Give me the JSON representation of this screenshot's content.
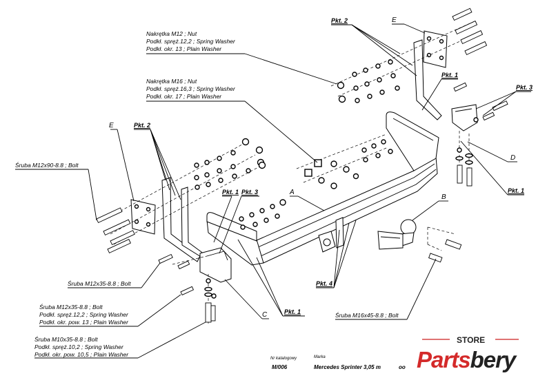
{
  "labels": {
    "nut_m12": [
      "Nakrętka  M12 ; Nut",
      "Podkł. spręż.12,2 ; Spring Washer",
      "Podkł. okr. 13 ; Plain Washer"
    ],
    "nut_m16": [
      "Nakrętka  M16 ; Nut",
      "Podkł. spręż.16,3 ; Spring Washer",
      "Podkł. okr. 17 ; Plain Washer"
    ],
    "bolt_m12x90": "Śruba M12x90-8.8 ;  Bolt",
    "bolt_m12x35_a": "Śruba M12x35-8.8 ;  Bolt",
    "bolt_m12x35_b": [
      "Śruba M12x35-8.8 ;  Bolt",
      "Podkł. spręż.12,2 ; Spring Washer",
      "Podkł. okr. pow. 13 ; Plain Washer"
    ],
    "bolt_m10x35": [
      "Śruba M10x35-8.8 ;  Bolt",
      "Podkł. spręż.10,2 ; Spring Washer",
      "Podkł. okr. pow. 10,5 ; Plain Washer"
    ],
    "bolt_m16x45": "Śruba M16x45-8.8 ;  Bolt"
  },
  "pkt": {
    "pkt1": "Pkt. 1",
    "pkt2": "Pkt. 2",
    "pkt3": "Pkt. 3",
    "pkt4": "Pkt. 4"
  },
  "part_letters": {
    "a": "A",
    "b": "B",
    "c": "C",
    "d": "D",
    "e": "E"
  },
  "title_block": {
    "catalog_caption": "Nr katalogowy",
    "catalog_number": "M/006",
    "brand_caption": "Marka",
    "model": "Mercedes Sprinter 3,05 m",
    "trailing": "oo"
  },
  "logo": {
    "top": "STORE",
    "main": "Partsbery"
  }
}
